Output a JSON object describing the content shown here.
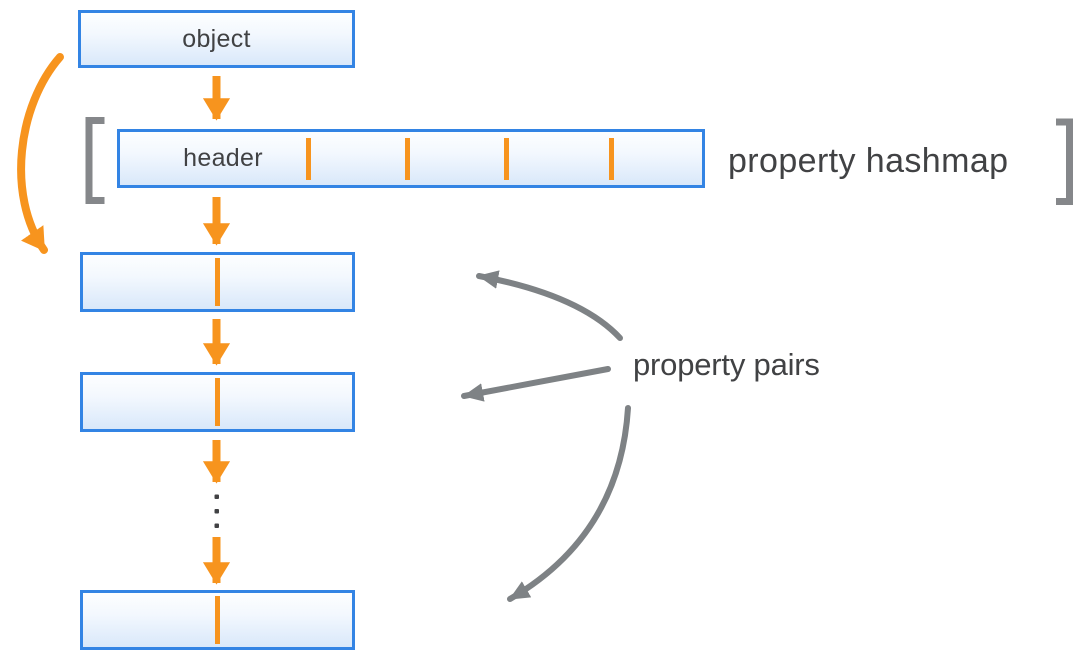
{
  "nodes": {
    "object_label": "object",
    "header_label": "header"
  },
  "labels": {
    "hashmap": "property hashmap",
    "pairs": "property pairs"
  },
  "structure": {
    "hashmap_slot_dividers": 4,
    "property_pair_boxes": 3,
    "dividers_per_pair_box": 1,
    "ellipsis_dots": 3
  },
  "colors": {
    "accent_orange": "#F7941E",
    "box_border_blue": "#3384E4",
    "box_fill_top": "#FDFEFF",
    "box_fill_bottom": "#D9E8FA",
    "arrow_gray": "#7E8285",
    "bracket_gray": "#85878A",
    "text_dark": "#414244",
    "background": "#FFFFFF"
  }
}
